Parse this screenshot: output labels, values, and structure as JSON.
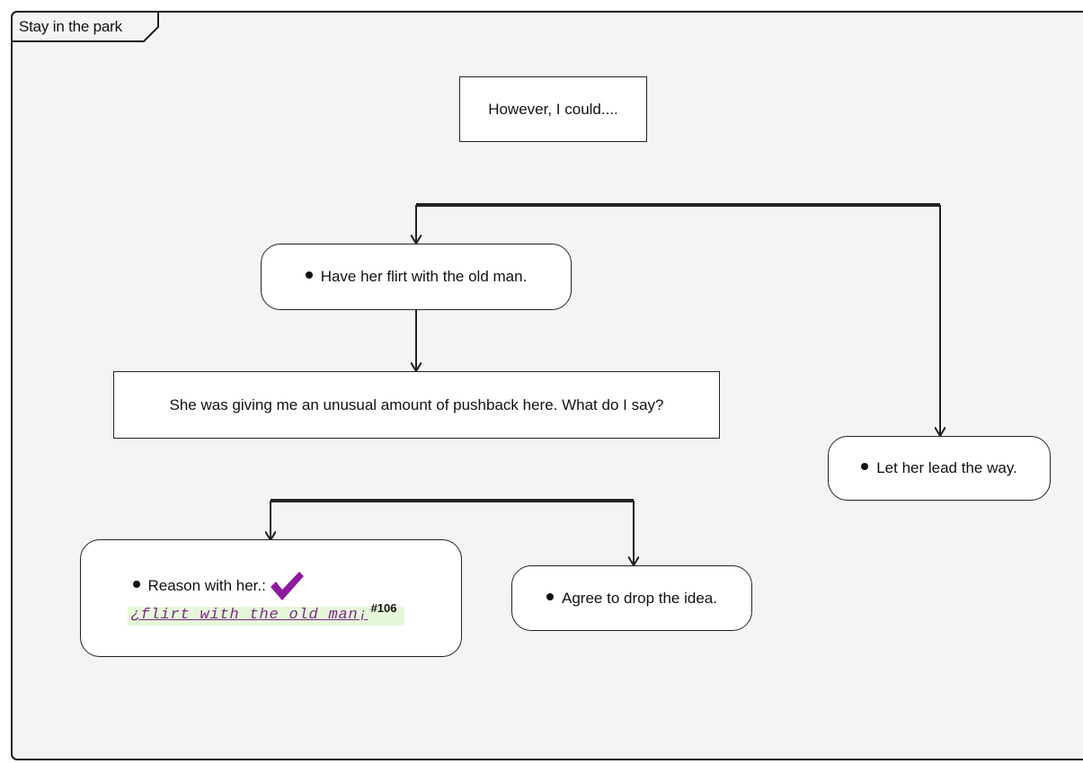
{
  "frame": {
    "title": "Stay in the park"
  },
  "nodes": {
    "intro": "However, I could....",
    "flirt_option": "Have her flirt with the old man.",
    "pushback": "She was giving me an unusual amount of pushback here. What do I say?",
    "lead_option": "Let her lead the way.",
    "reason_option": "Reason with her.:",
    "reason_reference": {
      "open": "¿",
      "link": "flirt with the old man",
      "close": "¡",
      "number": "#106"
    },
    "drop_option": "Agree to drop the idea."
  },
  "colors": {
    "frame_background": "#f4f4f4",
    "line": "#222222",
    "check": "#8e1a9e",
    "reference_highlight": "#e6f7d9",
    "reference_link": "#7a2a8a"
  },
  "icons": {
    "check": "checkmark-icon"
  }
}
